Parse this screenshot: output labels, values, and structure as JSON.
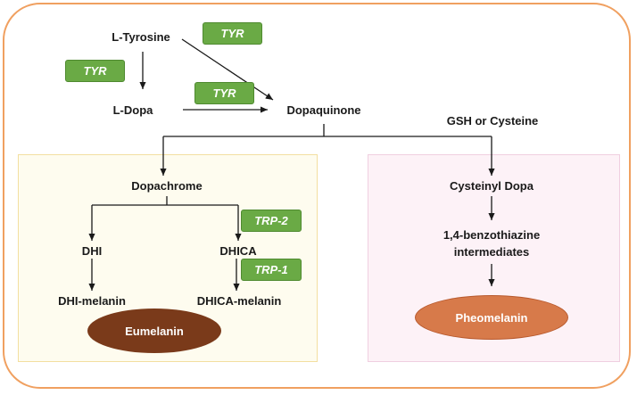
{
  "nodes": {
    "ltyrosine": "L-Tyrosine",
    "ldopa": "L-Dopa",
    "dopaquinone": "Dopaquinone",
    "gsh": "GSH or Cysteine",
    "dopachrome": "Dopachrome",
    "dhi": "DHI",
    "dhica": "DHICA",
    "dhi_melanin": "DHI-melanin",
    "dhica_melanin": "DHICA-melanin",
    "cysteinyl_dopa": "Cysteinyl Dopa",
    "benzothiazine_line1": "1,4-benzothiazine",
    "benzothiazine_line2": "intermediates"
  },
  "enzymes": {
    "tyr_top": "TYR",
    "tyr_left": "TYR",
    "tyr_middle": "TYR",
    "trp2": "TRP-2",
    "trp1": "TRP-1"
  },
  "products": {
    "eumelanin": "Eumelanin",
    "pheomelanin": "Pheomelanin"
  },
  "colors": {
    "frame": "#f0a060",
    "enzyme_box": "#6aaa45",
    "eumelanin": "#7a3a1a",
    "pheomelanin": "#d77a4a",
    "eumelanin_panel": "#fefcef",
    "pheomelanin_panel": "#fdf2f7"
  }
}
